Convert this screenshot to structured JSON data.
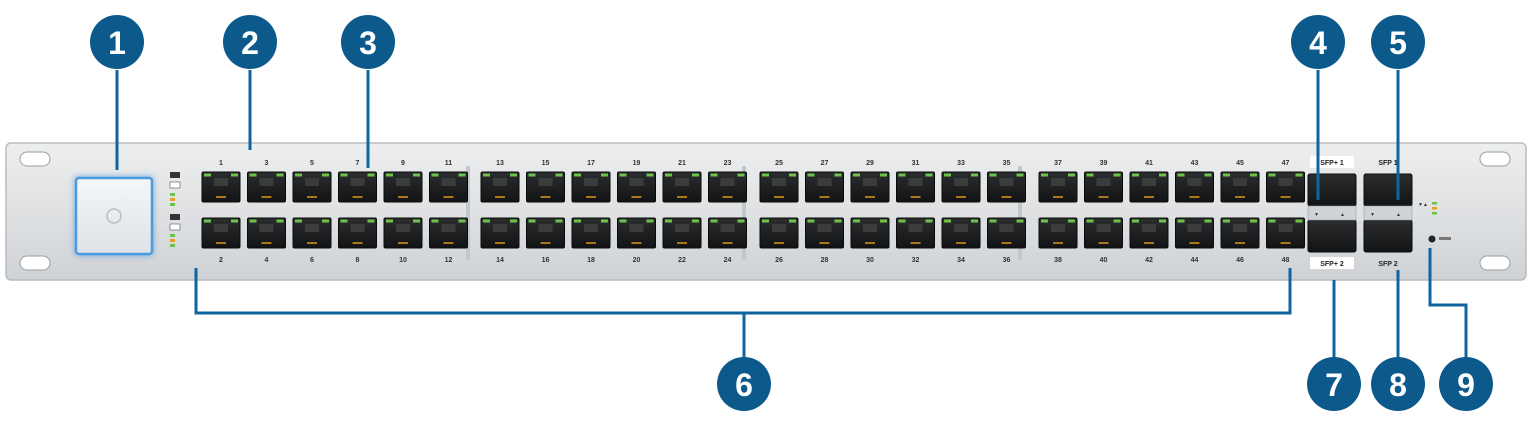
{
  "callouts": {
    "c1": "1",
    "c2": "2",
    "c3": "3",
    "c4": "4",
    "c5": "5",
    "c6": "6",
    "c7": "7",
    "c8": "8",
    "c9": "9"
  },
  "ports": {
    "top_row": [
      "1",
      "3",
      "5",
      "7",
      "9",
      "11",
      "13",
      "15",
      "17",
      "19",
      "21",
      "23",
      "25",
      "27",
      "29",
      "31",
      "33",
      "35",
      "37",
      "39",
      "41",
      "43",
      "45",
      "47"
    ],
    "bottom_row": [
      "2",
      "4",
      "6",
      "8",
      "10",
      "12",
      "14",
      "16",
      "18",
      "20",
      "22",
      "24",
      "26",
      "28",
      "30",
      "32",
      "34",
      "36",
      "38",
      "40",
      "42",
      "44",
      "46",
      "48"
    ]
  },
  "sfp": {
    "sfp1": "SFP+ 1",
    "sfp2": "SFP 1",
    "sfp3": "SFP+ 2",
    "sfp4": "SFP 2"
  },
  "colors": {
    "callout": "#0c5a8c",
    "leader": "#0e65a0",
    "panel": "#dcdee0",
    "port_led_green": "#6cc24a",
    "port_led_amber": "#e8a020",
    "logo_glow": "#3a8fd8"
  }
}
